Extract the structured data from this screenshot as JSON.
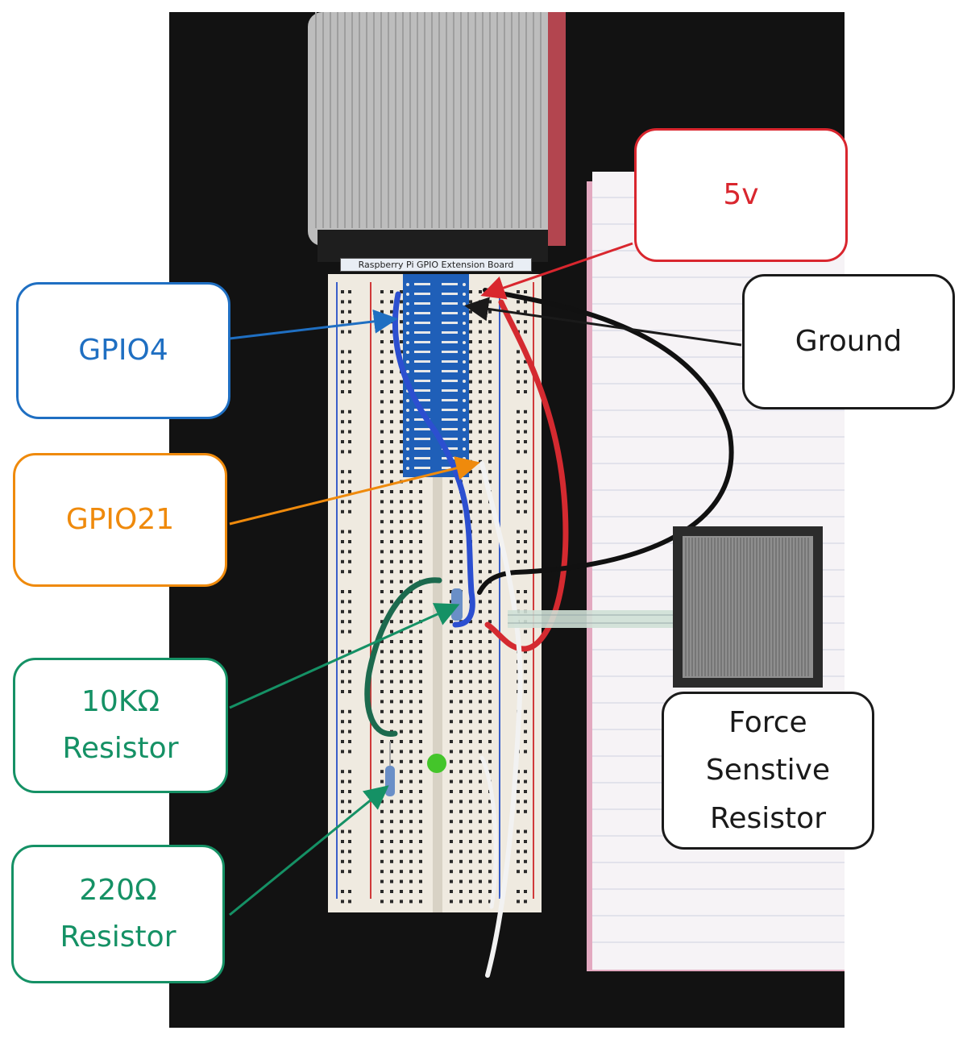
{
  "board_label": "Raspberry Pi GPIO Extension Board",
  "callouts": {
    "five_v": {
      "label": "5v",
      "color": "#d9262e"
    },
    "ground": {
      "label": "Ground",
      "color": "#1a1a1a"
    },
    "gpio4": {
      "label": "GPIO4",
      "color": "#1f6fc2"
    },
    "gpio21": {
      "label": "GPIO21",
      "color": "#ef8a0c"
    },
    "r10k": {
      "label": "10KΩ\nResistor",
      "color": "#159165"
    },
    "r220": {
      "label": "220Ω\nResistor",
      "color": "#159165"
    },
    "fsr": {
      "label": "Force\nSenstive\nResistor",
      "color": "#1a1a1a"
    }
  },
  "scene": {
    "background": "#121212",
    "ribbon_cable": "#bdbdbd",
    "extension_board": "#1f5fb8",
    "breadboard": "#efeae0",
    "notebook": "#f6f3f6",
    "notebook_edge": "#e3a9c0",
    "red_wire": "#d42a30",
    "black_wire": "#111111",
    "blue_wire": "#2c4fd0",
    "white_wire": "#f2f2f2",
    "green_wire": "#1c6a4e",
    "led": "#44c52a",
    "fsr_pad": "#2b2b2b"
  }
}
